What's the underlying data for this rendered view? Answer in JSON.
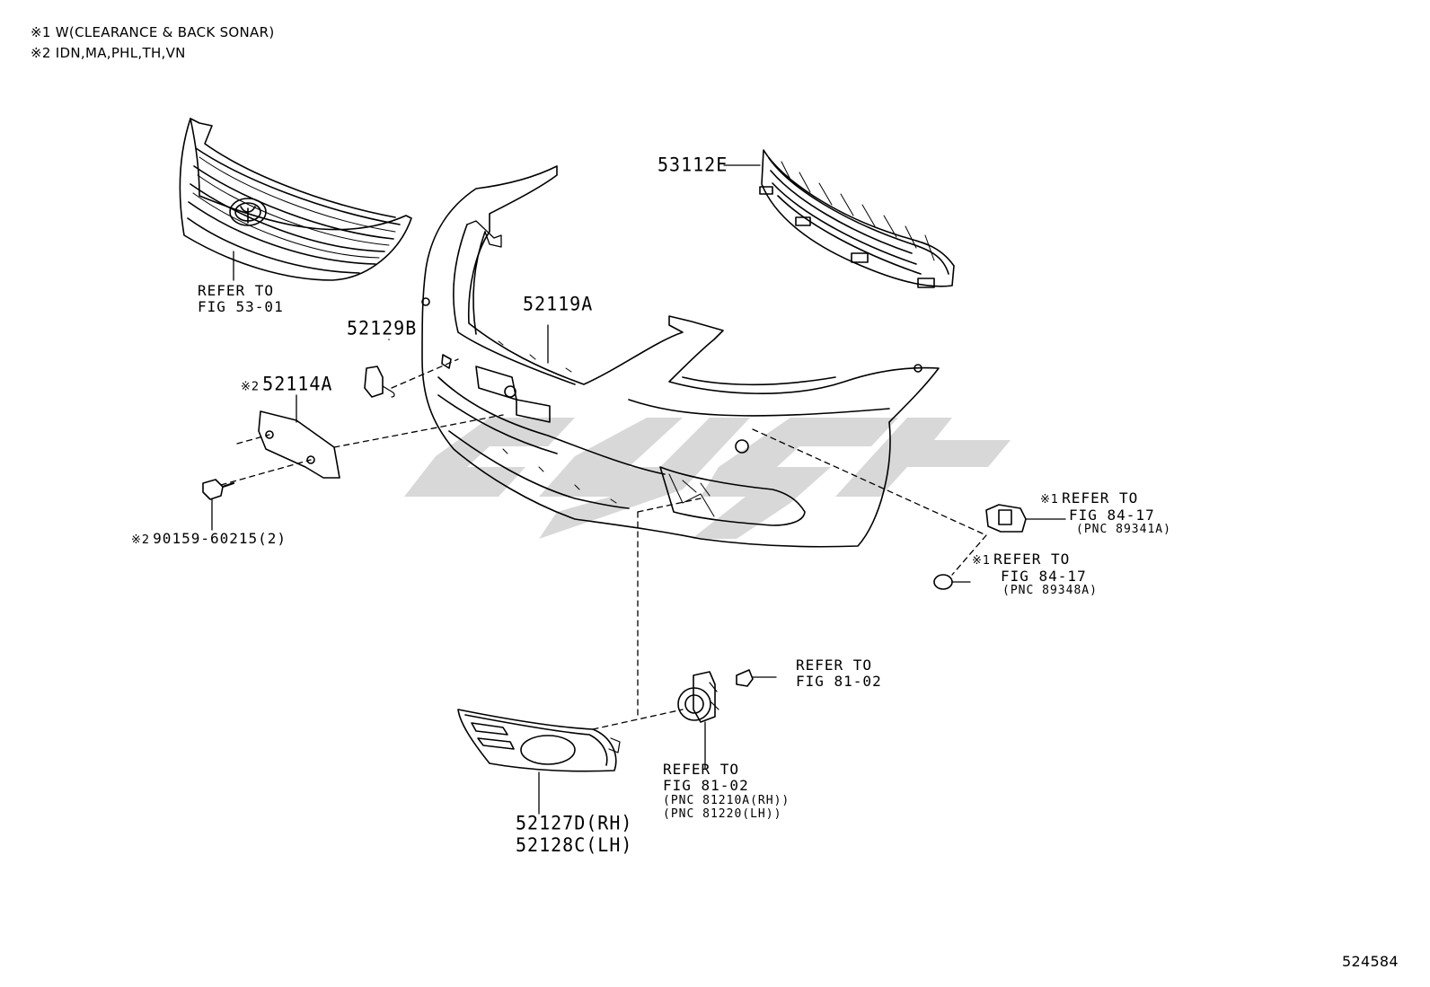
{
  "notes": [
    {
      "mark": "※1",
      "text": "W(CLEARANCE & BACK SONAR)"
    },
    {
      "mark": "※2",
      "text": "IDN,MA,PHL,TH,VN"
    }
  ],
  "parts": {
    "grille_ref": {
      "line1": "REFER TO",
      "line2": "FIG 53-01"
    },
    "lower_grille": {
      "code": "53112E"
    },
    "bumper_cover": {
      "code": "52119A"
    },
    "hook_cover": {
      "code": "52129B"
    },
    "plate_bracket": {
      "mark": "※2",
      "code": "52114A"
    },
    "screw": {
      "mark": "※2",
      "code": "90159-60215(2)"
    },
    "sonar_sensor": {
      "mark": "※1",
      "line1": "REFER TO",
      "line2": "FIG 84-17",
      "line3": "(PNC 89341A)"
    },
    "sonar_retainer": {
      "mark": "※1",
      "line1": "REFER TO",
      "line2": "FIG 84-17",
      "line3": "(PNC 89348A)"
    },
    "fog_bulb": {
      "line1": "REFER TO",
      "line2": "FIG 81-02"
    },
    "fog_lamp": {
      "line1": "REFER TO",
      "line2": "FIG 81-02",
      "line3": "(PNC 81210A(RH))",
      "line4": "(PNC 81220(LH))"
    },
    "fog_bezel": {
      "line1": "52127D(RH)",
      "line2": "52128C(LH)"
    }
  },
  "watermark": {
    "text": "cyugt"
  },
  "figure_id": "524584"
}
